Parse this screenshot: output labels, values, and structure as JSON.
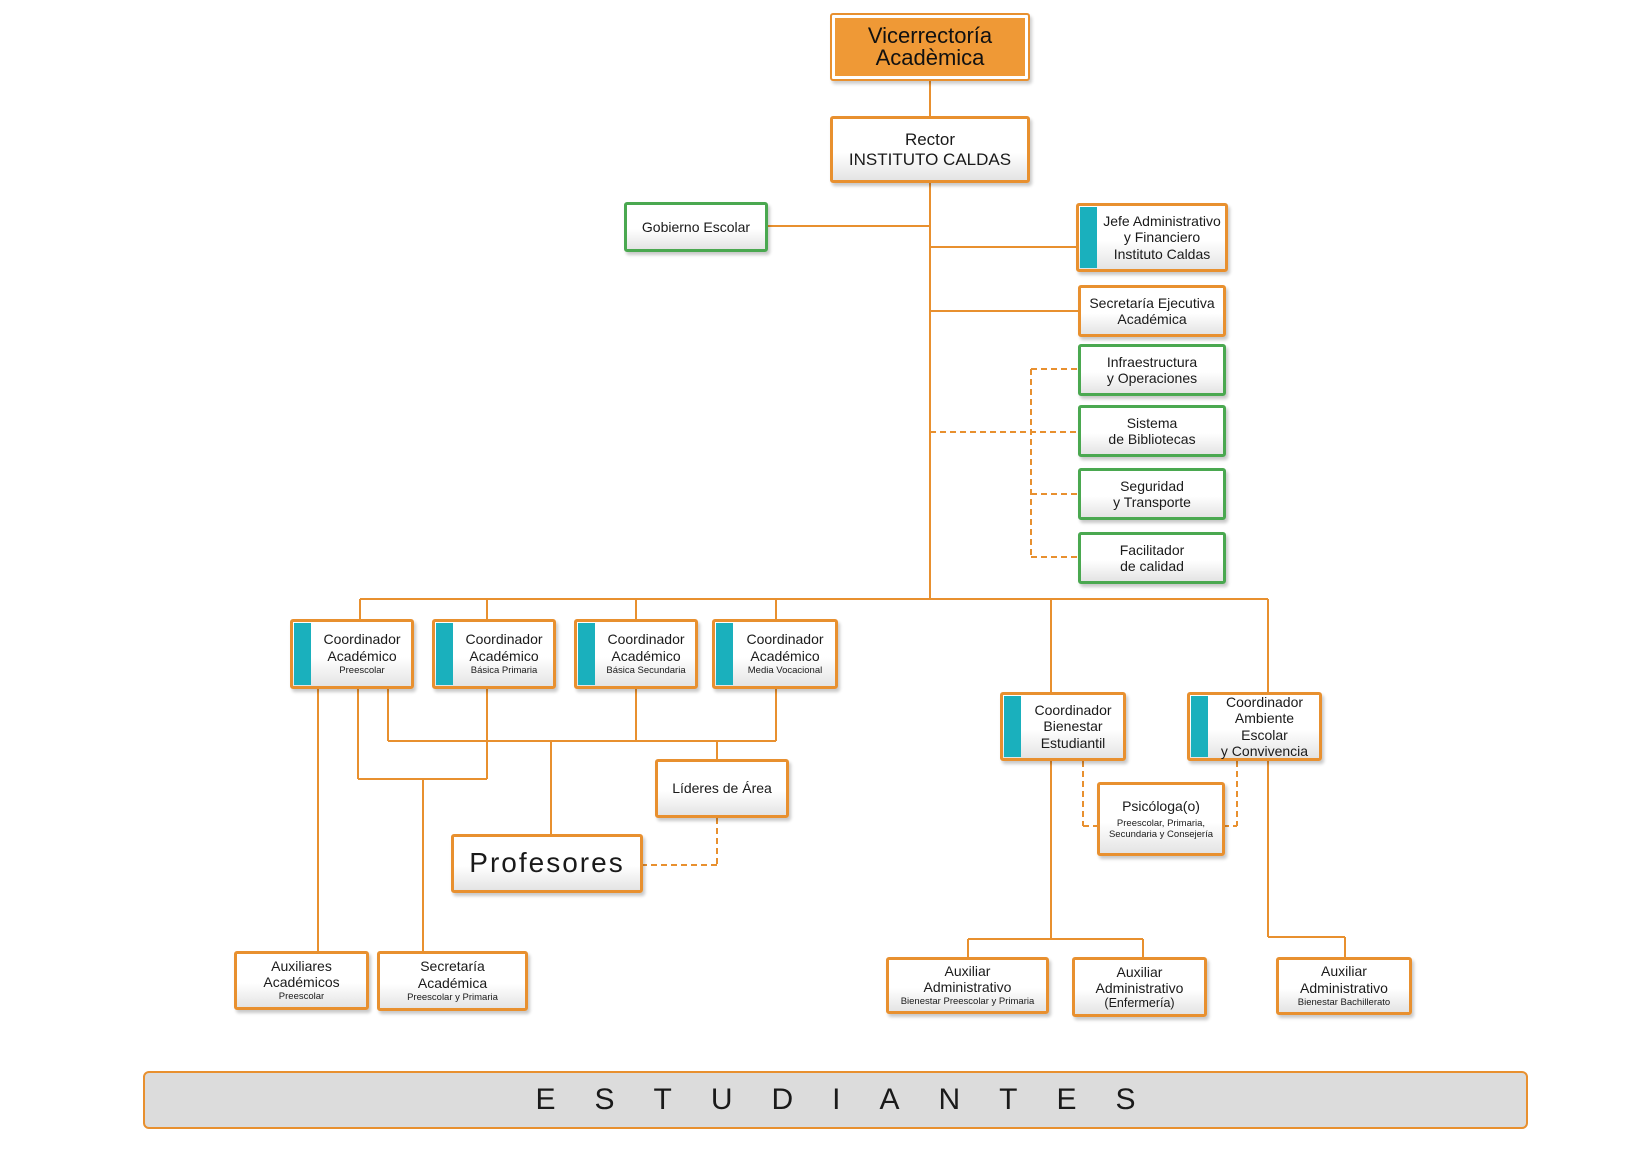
{
  "vicerrectoria": {
    "line1": "Vicerrectoría",
    "line2": "Acadèmica"
  },
  "rector": {
    "line1": "Rector",
    "line2": "INSTITUTO CALDAS"
  },
  "gobierno": {
    "label": "Gobierno Escolar"
  },
  "jefe_admin": {
    "line1": "Jefe Administrativo",
    "line2": "y Financiero",
    "line3": "Instituto Caldas"
  },
  "secretaria_ejecutiva": {
    "line1": "Secretaría Ejecutiva",
    "line2": "Académica"
  },
  "infraestructura": {
    "line1": "Infraestructura",
    "line2": "y Operaciones"
  },
  "bibliotecas": {
    "line1": "Sistema",
    "line2": "de Bibliotecas"
  },
  "seguridad": {
    "line1": "Seguridad",
    "line2": "y Transporte"
  },
  "facilitador": {
    "line1": "Facilitador",
    "line2": "de calidad"
  },
  "coord_preescolar": {
    "line1": "Coordinador",
    "line2": "Académico",
    "sub": "Preescolar"
  },
  "coord_primaria": {
    "line1": "Coordinador",
    "line2": "Académico",
    "sub": "Básica Primaria"
  },
  "coord_secundaria": {
    "line1": "Coordinador",
    "line2": "Académico",
    "sub": "Básica Secundaria"
  },
  "coord_media": {
    "line1": "Coordinador",
    "line2": "Académico",
    "sub": "Media Vocacional"
  },
  "coord_bienestar": {
    "line1": "Coordinador",
    "line2": "Bienestar",
    "line3": "Estudiantil"
  },
  "coord_ambiente": {
    "line1": "Coordinador",
    "line2": "Ambiente Escolar",
    "line3": "y Convivencia"
  },
  "lideres": {
    "label": "Líderes de Área"
  },
  "psicologa": {
    "line1": "Psicóloga(o)",
    "sub1": "Preescolar, Primaria,",
    "sub2": "Secundaria y Consejería"
  },
  "profesores": {
    "label": "Profesores"
  },
  "auxiliares_academicos": {
    "line1": "Auxiliares",
    "line2": "Académicos",
    "sub": "Preescolar"
  },
  "secretaria_academica": {
    "line1": "Secretaría",
    "line2": "Académica",
    "sub": "Preescolar y Primaria"
  },
  "aux_bienestar": {
    "line1": "Auxiliar",
    "line2": "Administrativo",
    "sub": "Bienestar Preescolar y Primaria"
  },
  "aux_enfermeria": {
    "line1": "Auxiliar",
    "line2": "Administrativo",
    "line3": "(Enfermería)"
  },
  "aux_bachillerato": {
    "line1": "Auxiliar",
    "line2": "Administrativo",
    "sub": "Bienestar Bachillerato"
  },
  "estudiantes": {
    "label": "ESTUDIANTES"
  },
  "colors": {
    "orange": "#e8902f",
    "orange_fill": "#ef9936",
    "green": "#4aa850",
    "teal": "#1ab0bd",
    "gray": "#dcdcdc"
  }
}
